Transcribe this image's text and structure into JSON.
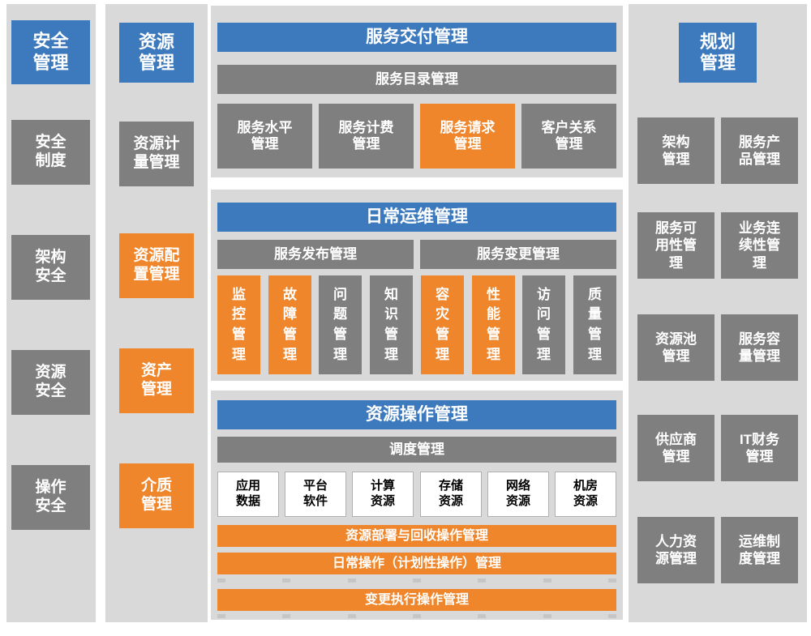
{
  "colors": {
    "blue": "#3D79BD",
    "gray": "#7F7F7F",
    "orange": "#F0862B",
    "panel_background": "#D9D9D9",
    "white_box_text": "#000000"
  },
  "security_column": {
    "header": "安全\n管理",
    "items": [
      {
        "label": "安全\n制度",
        "color": "gray"
      },
      {
        "label": "架构\n安全",
        "color": "gray"
      },
      {
        "label": "资源\n安全",
        "color": "gray"
      },
      {
        "label": "操作\n安全",
        "color": "gray"
      }
    ]
  },
  "resource_column": {
    "header": "资源\n管理",
    "items": [
      {
        "label": "资源计\n量管理",
        "color": "gray"
      },
      {
        "label": "资源配\n置管理",
        "color": "orange"
      },
      {
        "label": "资产\n管理",
        "color": "orange"
      },
      {
        "label": "介质\n管理",
        "color": "orange"
      }
    ]
  },
  "service_delivery": {
    "title": "服务交付管理",
    "catalog_bar": "服务目录管理",
    "items": [
      {
        "label": "服务水平\n管理",
        "color": "gray"
      },
      {
        "label": "服务计费\n管理",
        "color": "gray"
      },
      {
        "label": "服务请求\n管理",
        "color": "orange"
      },
      {
        "label": "客户关系\n管理",
        "color": "gray"
      }
    ]
  },
  "daily_operations": {
    "title": "日常运维管理",
    "bars": [
      "服务发布管理",
      "服务变更管理"
    ],
    "items": [
      {
        "label": "监\n控\n管\n理",
        "color": "orange"
      },
      {
        "label": "故\n障\n管\n理",
        "color": "orange"
      },
      {
        "label": "问\n题\n管\n理",
        "color": "gray"
      },
      {
        "label": "知\n识\n管\n理",
        "color": "gray"
      },
      {
        "label": "容\n灾\n管\n理",
        "color": "orange"
      },
      {
        "label": "性\n能\n管\n理",
        "color": "orange"
      },
      {
        "label": "访\n问\n管\n理",
        "color": "gray"
      },
      {
        "label": "质\n量\n管\n理",
        "color": "gray"
      }
    ]
  },
  "resource_operations": {
    "title": "资源操作管理",
    "schedule_bar": "调度管理",
    "resources": [
      "应用\n数据",
      "平台\n软件",
      "计算\n资源",
      "存储\n资源",
      "网络\n资源",
      "机房\n资源"
    ],
    "operation_bars": [
      "资源部署与回收操作管理",
      "日常操作（计划性操作）管理",
      "变更执行操作管理"
    ]
  },
  "planning_column": {
    "header": "规划\n管理",
    "items": [
      "架构\n管理",
      "服务产\n品管理",
      "服务可\n用性管\n理",
      "业务连\n续性管\n理",
      "资源池\n管理",
      "服务容\n量管理",
      "供应商\n管理",
      "IT财务\n管理",
      "人力资\n源管理",
      "运维制\n度管理"
    ]
  }
}
